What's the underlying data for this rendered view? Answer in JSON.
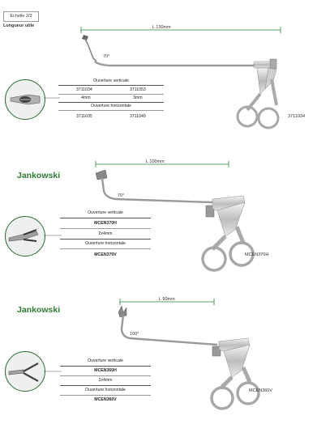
{
  "header": {
    "scale": "Echelle 2/3",
    "usable_length": "Longueur utile"
  },
  "products": [
    {
      "brand": "",
      "length": "L 130mm",
      "angle": "70°",
      "table": {
        "vertical_label": "Ouverture verticale",
        "vertical_codes": [
          "3711034",
          "3711053"
        ],
        "sizes": [
          "4mm",
          "3mm"
        ],
        "horizontal_label": "Ouverture horizontale",
        "horizontal_codes": [
          "3711035",
          "3711049"
        ]
      },
      "instrument_code": "3711034"
    },
    {
      "brand": "Jankowski",
      "length": "L 100mm",
      "angle": "70°",
      "table": {
        "vertical_label": "Ouverture verticale",
        "vertical_code": "MCEN370H",
        "size": "2x4mm",
        "horizontal_label": "Ouverture horizontale",
        "horizontal_code": "MCEN370V"
      },
      "instrument_code": "MCEN370H"
    },
    {
      "brand": "Jankowski",
      "length": "L 90mm",
      "angle": "100°",
      "table": {
        "vertical_label": "Ouverture verticale",
        "vertical_code": "MCEN360H",
        "size": "2x4mm",
        "horizontal_label": "Ouverture horizontale",
        "horizontal_code": "MCEN360V"
      },
      "instrument_code": "MCEN360V"
    }
  ]
}
